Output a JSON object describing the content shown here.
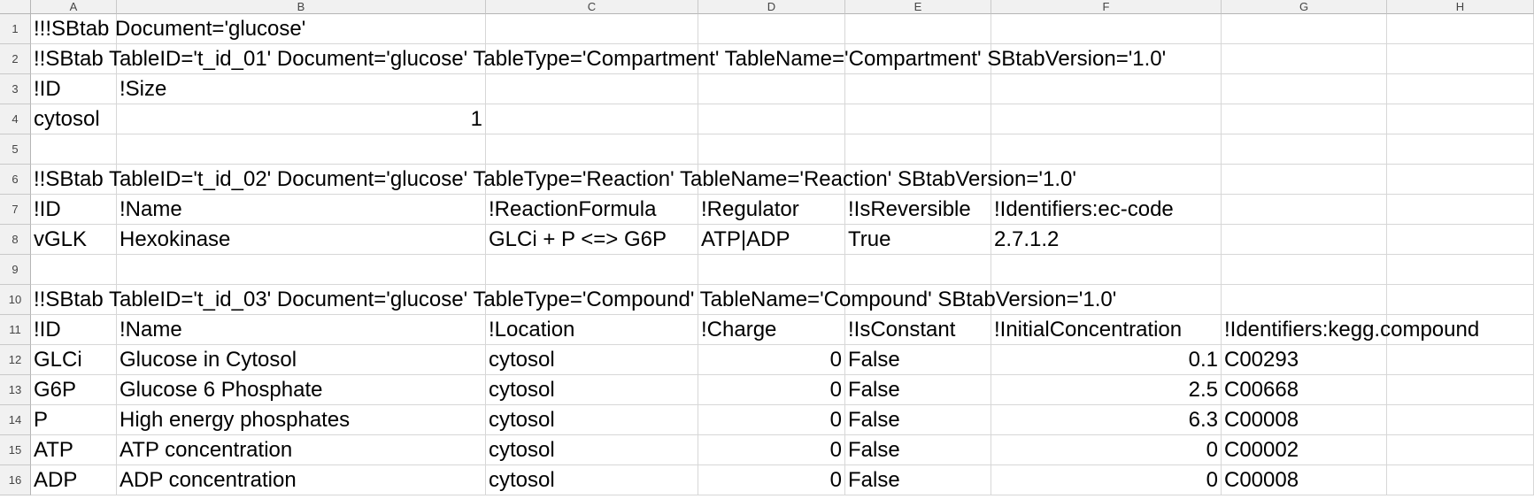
{
  "columns": [
    "A",
    "B",
    "C",
    "D",
    "E",
    "F",
    "G",
    "H"
  ],
  "rows": [
    {
      "num": "1",
      "cells": [
        {
          "col": "A",
          "text": "!!!SBtab Document='glucose'"
        }
      ]
    },
    {
      "num": "2",
      "cells": [
        {
          "col": "A",
          "text": "!!SBtab TableID='t_id_01' Document='glucose' TableType='Compartment' TableName='Compartment' SBtabVersion='1.0'"
        }
      ]
    },
    {
      "num": "3",
      "cells": [
        {
          "col": "A",
          "text": "!ID"
        },
        {
          "col": "B",
          "text": "!Size"
        }
      ]
    },
    {
      "num": "4",
      "cells": [
        {
          "col": "A",
          "text": "cytosol"
        },
        {
          "col": "B",
          "text": "1",
          "num": true
        }
      ]
    },
    {
      "num": "5",
      "cells": []
    },
    {
      "num": "6",
      "cells": [
        {
          "col": "A",
          "text": "!!SBtab TableID='t_id_02' Document='glucose' TableType='Reaction' TableName='Reaction' SBtabVersion='1.0'"
        }
      ]
    },
    {
      "num": "7",
      "cells": [
        {
          "col": "A",
          "text": "!ID"
        },
        {
          "col": "B",
          "text": "!Name"
        },
        {
          "col": "C",
          "text": "!ReactionFormula"
        },
        {
          "col": "D",
          "text": "!Regulator"
        },
        {
          "col": "E",
          "text": "!IsReversible"
        },
        {
          "col": "F",
          "text": "!Identifiers:ec-code"
        }
      ]
    },
    {
      "num": "8",
      "cells": [
        {
          "col": "A",
          "text": "vGLK"
        },
        {
          "col": "B",
          "text": "Hexokinase"
        },
        {
          "col": "C",
          "text": "GLCi + P <=> G6P"
        },
        {
          "col": "D",
          "text": "ATP|ADP"
        },
        {
          "col": "E",
          "text": "True"
        },
        {
          "col": "F",
          "text": "2.7.1.2"
        }
      ]
    },
    {
      "num": "9",
      "cells": []
    },
    {
      "num": "10",
      "cells": [
        {
          "col": "A",
          "text": "!!SBtab TableID='t_id_03' Document='glucose' TableType='Compound' TableName='Compound' SBtabVersion='1.0'"
        }
      ]
    },
    {
      "num": "11",
      "cells": [
        {
          "col": "A",
          "text": "!ID"
        },
        {
          "col": "B",
          "text": "!Name"
        },
        {
          "col": "C",
          "text": "!Location"
        },
        {
          "col": "D",
          "text": "!Charge"
        },
        {
          "col": "E",
          "text": "!IsConstant"
        },
        {
          "col": "F",
          "text": "!InitialConcentration"
        },
        {
          "col": "G",
          "text": "!Identifiers:kegg.compound"
        }
      ]
    },
    {
      "num": "12",
      "cells": [
        {
          "col": "A",
          "text": "GLCi"
        },
        {
          "col": "B",
          "text": "Glucose in Cytosol"
        },
        {
          "col": "C",
          "text": "cytosol"
        },
        {
          "col": "D",
          "text": "0",
          "num": true
        },
        {
          "col": "E",
          "text": "False"
        },
        {
          "col": "F",
          "text": "0.1",
          "num": true
        },
        {
          "col": "G",
          "text": "C00293"
        }
      ]
    },
    {
      "num": "13",
      "cells": [
        {
          "col": "A",
          "text": "G6P"
        },
        {
          "col": "B",
          "text": "Glucose 6 Phosphate"
        },
        {
          "col": "C",
          "text": "cytosol"
        },
        {
          "col": "D",
          "text": "0",
          "num": true
        },
        {
          "col": "E",
          "text": "False"
        },
        {
          "col": "F",
          "text": "2.5",
          "num": true
        },
        {
          "col": "G",
          "text": "C00668"
        }
      ]
    },
    {
      "num": "14",
      "cells": [
        {
          "col": "A",
          "text": "P"
        },
        {
          "col": "B",
          "text": "High energy phosphates"
        },
        {
          "col": "C",
          "text": "cytosol"
        },
        {
          "col": "D",
          "text": "0",
          "num": true
        },
        {
          "col": "E",
          "text": "False"
        },
        {
          "col": "F",
          "text": "6.3",
          "num": true
        },
        {
          "col": "G",
          "text": "C00008"
        }
      ]
    },
    {
      "num": "15",
      "cells": [
        {
          "col": "A",
          "text": "ATP"
        },
        {
          "col": "B",
          "text": "ATP concentration"
        },
        {
          "col": "C",
          "text": "cytosol"
        },
        {
          "col": "D",
          "text": "0",
          "num": true
        },
        {
          "col": "E",
          "text": "False"
        },
        {
          "col": "F",
          "text": "0",
          "num": true
        },
        {
          "col": "G",
          "text": "C00002"
        }
      ]
    },
    {
      "num": "16",
      "cells": [
        {
          "col": "A",
          "text": "ADP"
        },
        {
          "col": "B",
          "text": "ADP concentration"
        },
        {
          "col": "C",
          "text": "cytosol"
        },
        {
          "col": "D",
          "text": "0",
          "num": true
        },
        {
          "col": "E",
          "text": "False"
        },
        {
          "col": "F",
          "text": "0",
          "num": true
        },
        {
          "col": "G",
          "text": "C00008"
        }
      ]
    }
  ]
}
